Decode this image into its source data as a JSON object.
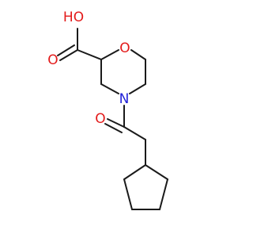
{
  "molecule": {
    "atoms": {
      "hydroxyl_o": {
        "text": "HO",
        "color": "#e31a1a"
      },
      "carbonyl_o_acid": {
        "text": "O",
        "color": "#e31a1a"
      },
      "ring_o": {
        "text": "O",
        "color": "#e31a1a"
      },
      "ring_n": {
        "text": "N",
        "color": "#2020d8"
      },
      "amide_o": {
        "text": "O",
        "color": "#e31a1a"
      }
    },
    "bond_color": "#1a1a1a"
  }
}
